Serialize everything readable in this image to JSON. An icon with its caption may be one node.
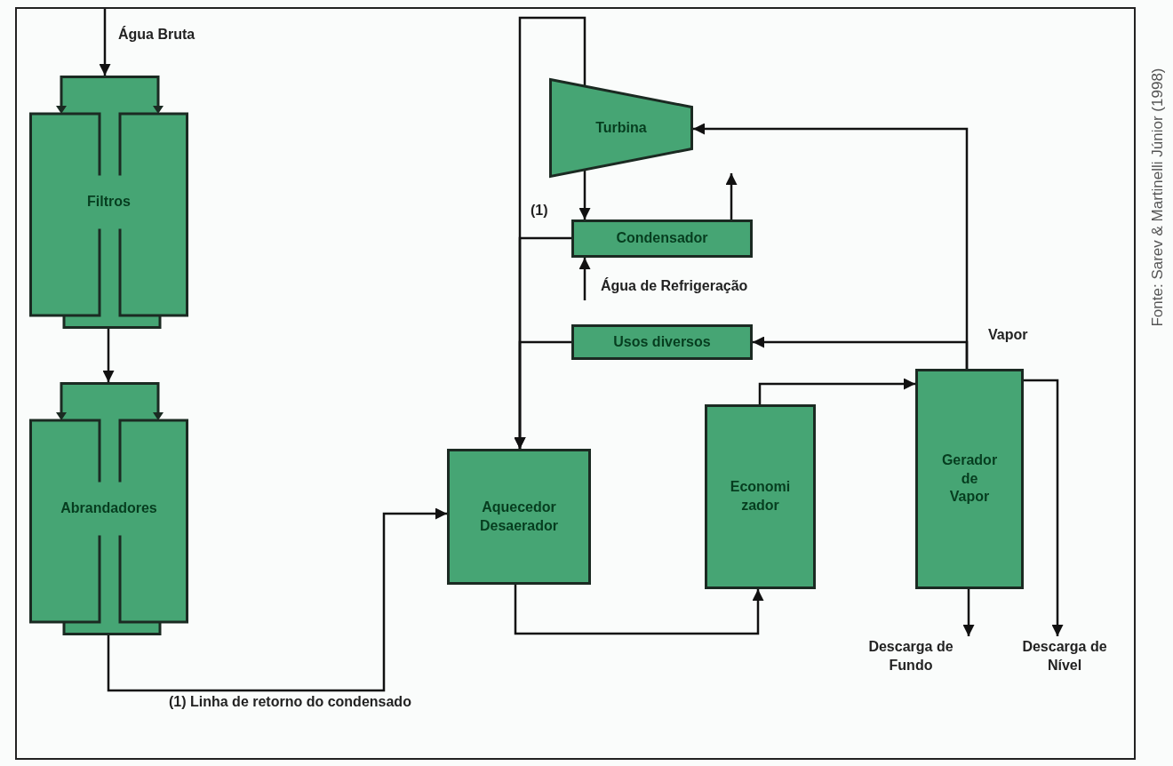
{
  "diagram": {
    "nodes": [
      {
        "text": [
          "Filtros"
        ]
      },
      {
        "text": [
          "Abrandadores"
        ]
      },
      {
        "text": [
          "Turbina"
        ]
      },
      {
        "text": [
          "Condensador"
        ]
      },
      {
        "text": [
          "Usos diversos"
        ]
      },
      {
        "text": [
          "Aquecedor Desaerador"
        ]
      },
      {
        "text": [
          "Economi zador"
        ]
      },
      {
        "text": [
          "Gerador de Vapor"
        ]
      },
      {
        "text": [
          "Descarga de Fundo"
        ]
      },
      {
        "text": [
          "Descarga de Nível"
        ]
      }
    ],
    "edges": [
      {
        "from": null,
        "to": 0,
        "arrow": "to",
        "label": "Água Bruta"
      },
      {
        "from": 0,
        "to": 1,
        "arrow": "to"
      },
      {
        "from": 1,
        "to": 5,
        "arrow": "to"
      },
      {
        "from": 2,
        "to": 5,
        "arrow": "to"
      },
      {
        "from": 3,
        "to": 5,
        "arrow": "to",
        "label": "(1)"
      },
      {
        "from": 4,
        "to": 5,
        "arrow": "to"
      },
      {
        "from": 2,
        "to": 3,
        "arrow": "to"
      },
      {
        "from": null,
        "to": 3,
        "arrow": "to",
        "label": "Água de Refrigeração"
      },
      {
        "from": 3,
        "to": null,
        "arrow": "to"
      },
      {
        "from": 7,
        "to": 2,
        "arrow": "to"
      },
      {
        "from": 7,
        "to": 4,
        "arrow": "to"
      },
      {
        "from": 5,
        "to": 6,
        "arrow": "to"
      },
      {
        "from": 6,
        "to": 7,
        "arrow": "to"
      },
      {
        "from": 7,
        "to": 8,
        "arrow": "to"
      },
      {
        "from": 7,
        "to": 9,
        "arrow": "to"
      }
    ],
    "labels": [
      "Vapor",
      "(1) Linha de retorno do condensado",
      "Fonte: Sarev & Martinelli Júnior (1998)"
    ]
  }
}
